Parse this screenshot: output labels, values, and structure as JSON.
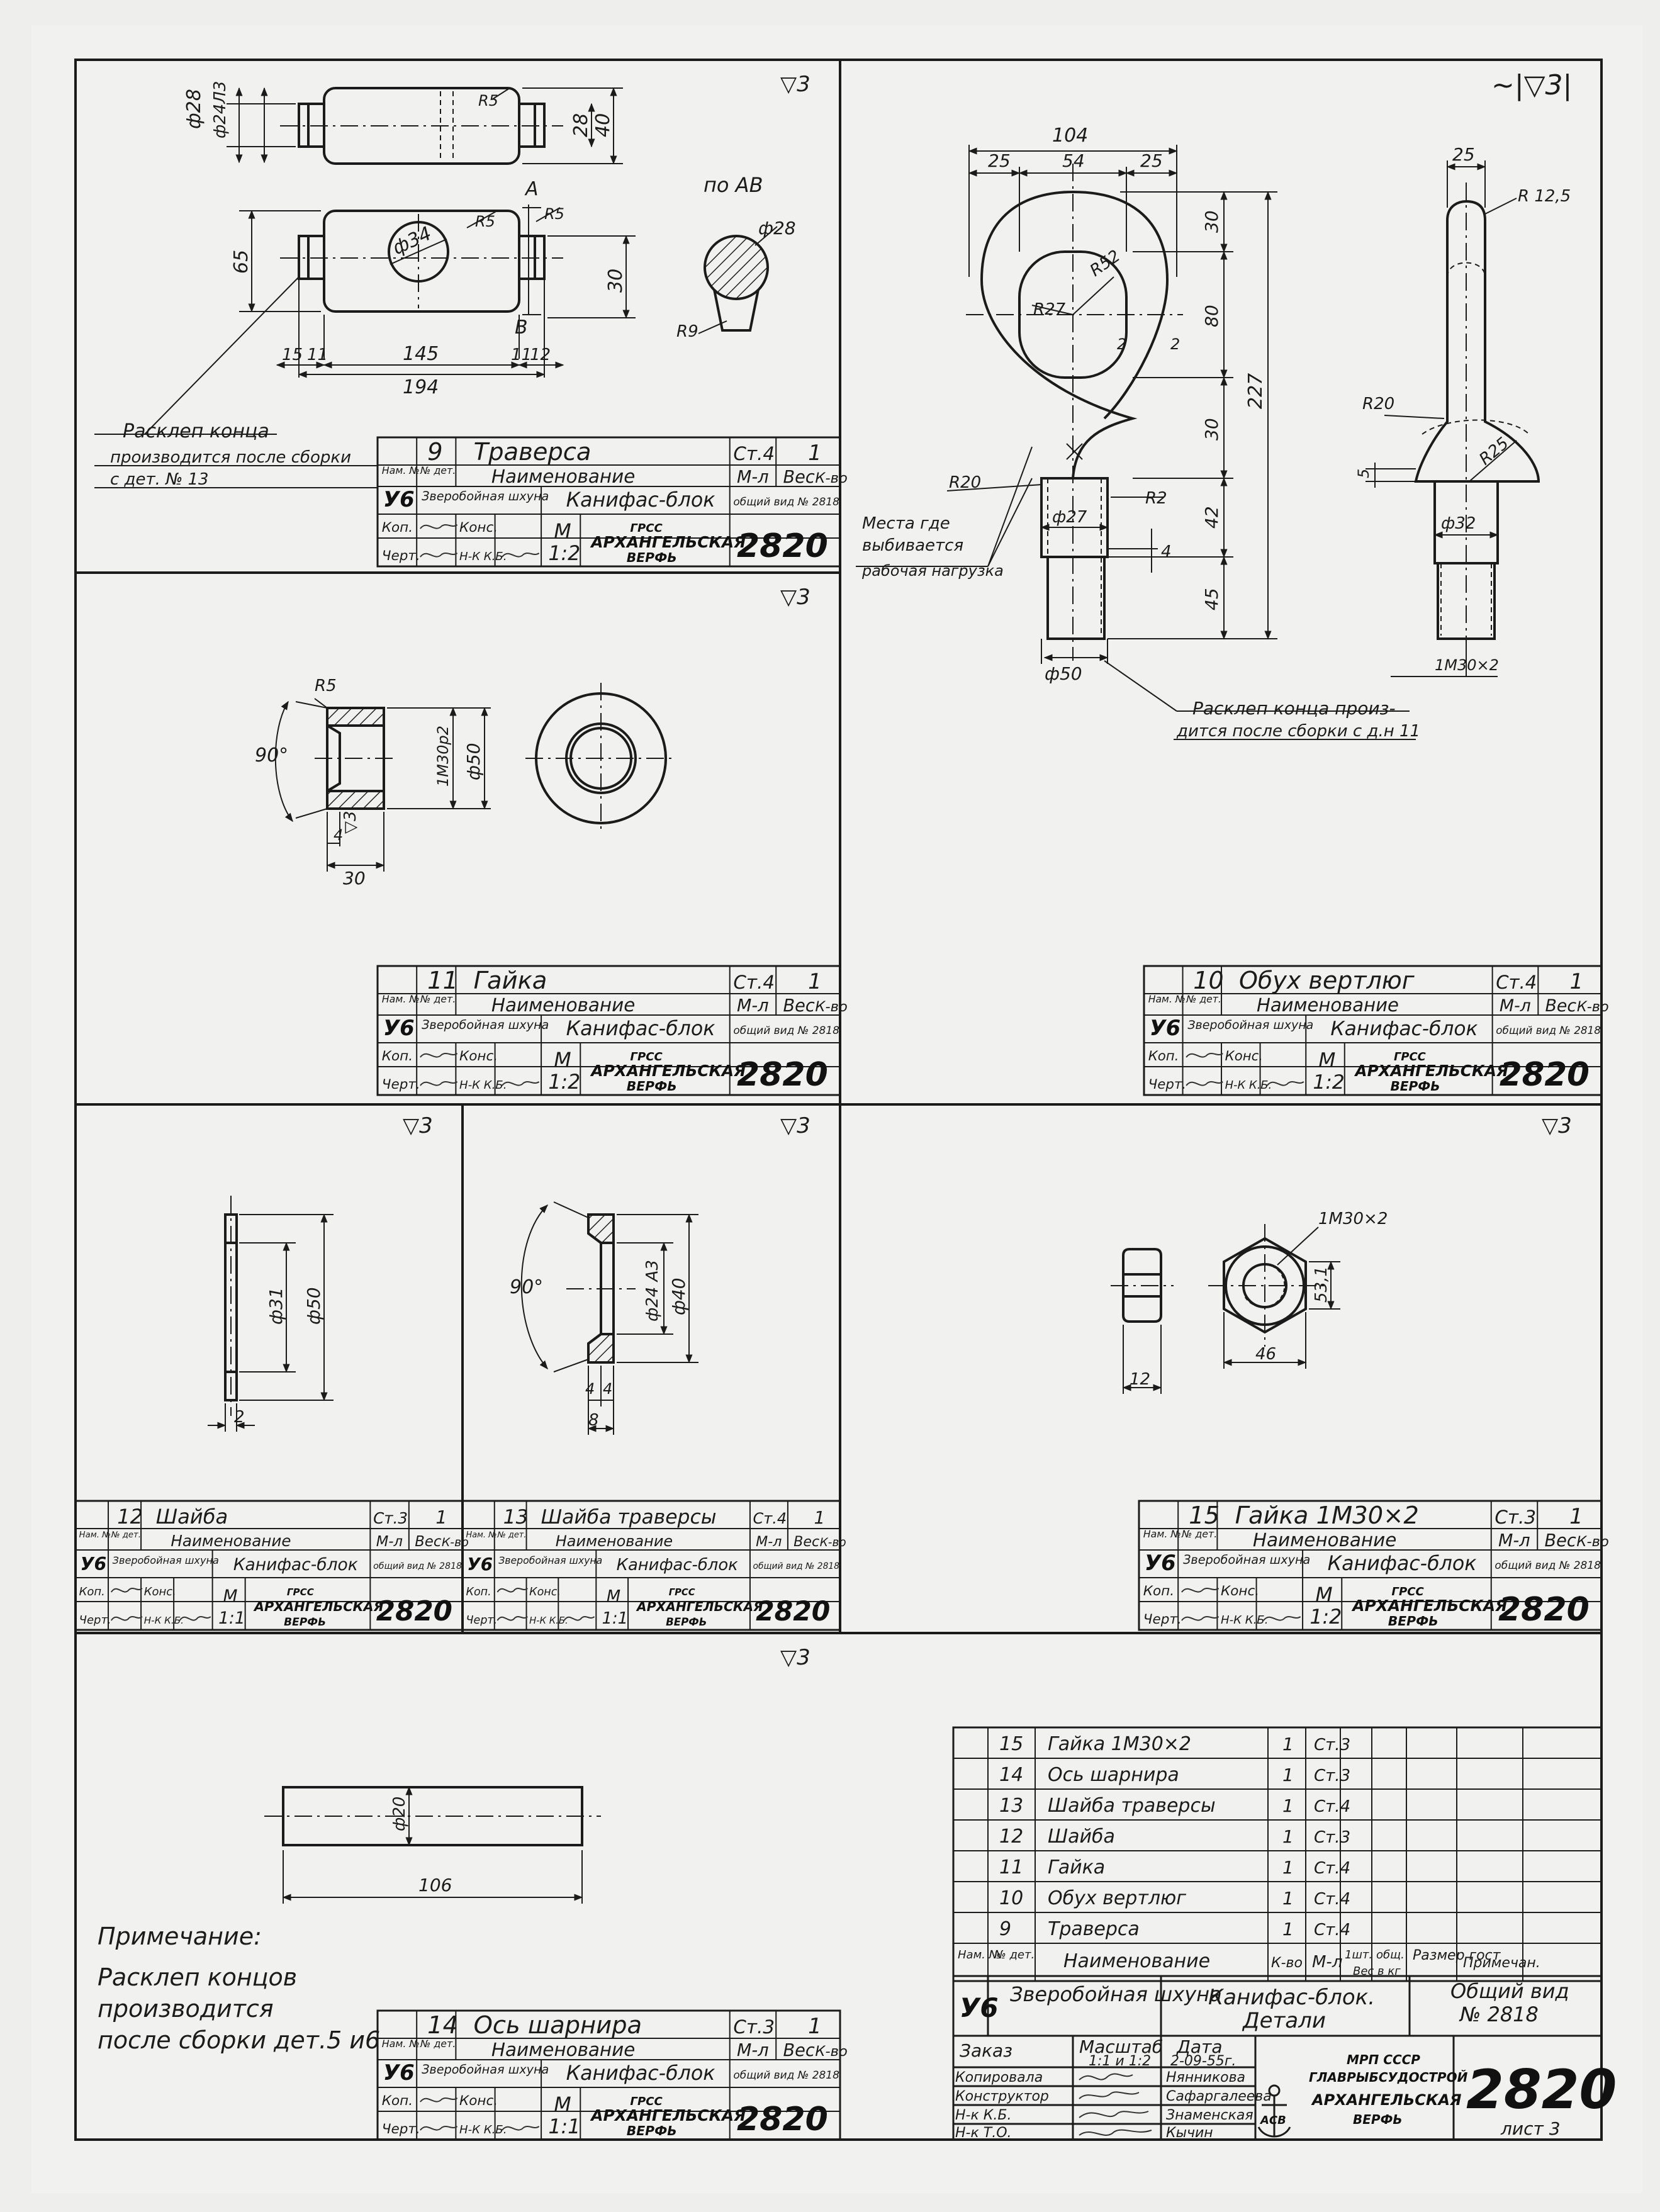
{
  "sheet": {
    "roughness_mark": "▽3",
    "roughness_mark_general": "~|▽3|",
    "number": "2820",
    "sheet_label": "лист 3"
  },
  "common": {
    "nom_hdr": "Нам. №",
    "det_hdr": "№ дет.",
    "name_hdr": "Наименование",
    "material_hdr": "М-л",
    "weight_hdr": "Вес",
    "qty_hdr": "К-во",
    "u6": "У6",
    "vessel": "Зверобойная шхуна",
    "assembly": "Канифас-блок",
    "general_view": "общий вид № 2818",
    "kop": "Коп.",
    "cher": "Черт.",
    "kons": "Конс.",
    "nk": "Н-К К.Б.",
    "m": "М",
    "org": "ГРСС АРХАНГЕЛЬСКАЯ ВЕРФЬ",
    "org_top": "ГРСС",
    "org_main": "АРХАНГЕЛЬСКАЯ",
    "org_sub": "ВЕРФЬ",
    "drawing_no": "2820"
  },
  "parts": {
    "p9": {
      "num": "9",
      "name": "Траверса",
      "material": "Ст.4",
      "qty": "1",
      "scale": "1:2"
    },
    "p10": {
      "num": "10",
      "name": "Обух вертлюг",
      "material": "Ст.4",
      "qty": "1",
      "scale": "1:2"
    },
    "p11": {
      "num": "11",
      "name": "Гайка",
      "material": "Ст.4",
      "qty": "1",
      "scale": "1:2"
    },
    "p12": {
      "num": "12",
      "name": "Шайба",
      "material": "Ст.3",
      "qty": "1",
      "scale": "1:1"
    },
    "p13": {
      "num": "13",
      "name": "Шайба траверсы",
      "material": "Ст.4",
      "qty": "1",
      "scale": "1:1"
    },
    "p14": {
      "num": "14",
      "name": "Ось шарнира",
      "material": "Ст.3",
      "qty": "1",
      "scale": "1:1"
    },
    "p15": {
      "num": "15",
      "name": "Гайка 1М30×2",
      "material": "Ст.3",
      "qty": "1",
      "scale": "1:2"
    }
  },
  "notes": {
    "n9_line1": "Расклеп конца",
    "n9_line2": "производится после сборки",
    "n9_line3": "с дет. № 13",
    "section_label": "по АВ",
    "load_line1": "Места где",
    "load_line2": "выбивается",
    "load_line3": "рабочая нагрузка",
    "rivet10_line1": "Расклеп конца произ-",
    "rivet10_line2": "дится после сборки с д.н 11",
    "final_title": "Примечание:",
    "final_line1": "Расклеп концов",
    "final_line2": "производится",
    "final_line3": "после сборки дет.5 и6"
  },
  "dims": {
    "d9": {
      "d28": "ф28",
      "d24": "ф24Л3",
      "r5a": "R5",
      "h28": "28",
      "h40": "40",
      "h65": "65",
      "d34": "ф34",
      "r5b": "R5",
      "r5c": "R5",
      "a": "А",
      "b": "В",
      "h30": "30",
      "w15": "15",
      "w11": "11",
      "w145": "145",
      "w11b": "11",
      "w12": "12",
      "w194": "194",
      "d28s": "ф28",
      "r9": "R9"
    },
    "d10": {
      "w104": "104",
      "w25a": "25",
      "w54": "54",
      "w25b": "25",
      "h30a": "30",
      "h80": "80",
      "h227": "227",
      "h30b": "30",
      "h42": "42",
      "h45": "45",
      "r52": "R52",
      "r27": "R27",
      "r20": "R20",
      "r2": "R2",
      "d27": "ф27",
      "d50": "ф50",
      "h4": "4",
      "c2a": "2",
      "c2b": "2",
      "w25s": "25",
      "r125": "R 12,5",
      "r20s": "R20",
      "r25": "R25",
      "h5": "5",
      "d32": "ф32",
      "m30": "1М30×2"
    },
    "d11": {
      "r5": "R5",
      "a90": "90°",
      "m30": "1М30р2",
      "d50": "ф50",
      "w4": "4",
      "w30": "30",
      "rough": "▽3"
    },
    "d12": {
      "d31": "ф31",
      "d50": "ф50",
      "w2": "2"
    },
    "d13": {
      "a90": "90°",
      "d24": "ф24 А3",
      "d40": "ф40",
      "w4a": "4",
      "w4b": "4",
      "w8": "8"
    },
    "d14": {
      "d20": "ф20",
      "w106": "106"
    },
    "d15": {
      "m30": "1М30×2",
      "h53": "53,1",
      "w46": "46",
      "w12": "12"
    }
  },
  "bom": {
    "rows": [
      {
        "num": "15",
        "name": "Гайка 1М30×2",
        "qty": "1",
        "material": "Ст.3"
      },
      {
        "num": "14",
        "name": "Ось шарнира",
        "qty": "1",
        "material": "Ст.3"
      },
      {
        "num": "13",
        "name": "Шайба траверсы",
        "qty": "1",
        "material": "Ст.4"
      },
      {
        "num": "12",
        "name": "Шайба",
        "qty": "1",
        "material": "Ст.3"
      },
      {
        "num": "11",
        "name": "Гайка",
        "qty": "1",
        "material": "Ст.4"
      },
      {
        "num": "10",
        "name": "Обух вертлюг",
        "qty": "1",
        "material": "Ст.4"
      },
      {
        "num": "9",
        "name": "Траверса",
        "qty": "1",
        "material": "Ст.4"
      }
    ],
    "hdr_nom": "Нам. №",
    "hdr_det": "№ дет.",
    "hdr_name": "Наименование",
    "hdr_qty": "К-во",
    "hdr_mat": "М-л",
    "hdr_w1": "1шт.",
    "hdr_w2": "общ.",
    "hdr_wkg": "Вес в кг",
    "hdr_size": "Размер гост",
    "hdr_note": "Примечан."
  },
  "title_block": {
    "u6": "У6",
    "vessel": "Зверобойная шхуна",
    "name": "Канифас-блок. Детали",
    "name1": "Канифас-блок.",
    "name2": "Детали",
    "gv1": "Общий вид",
    "gv2": "№ 2818",
    "order": "Заказ",
    "scale_lbl": "Масштаб",
    "scale_val": "1:1 и 1:2",
    "date_lbl": "Дата",
    "date_val": "2-09-55г.",
    "copied": "Копировала",
    "designer": "Конструктор",
    "nk_kb": "Н-к К.Б.",
    "nk_to": "Н-к Т.О.",
    "s1": "Нянникова",
    "s2": "Сафаргалеева",
    "s3": "Знаменская",
    "s4": "Кычин",
    "min": "МРП СССР",
    "glav": "ГЛАВРЫБСУДОСТРОЙ",
    "yard1": "АРХАНГЕЛЬСКАЯ",
    "yard2": "ВЕРФЬ",
    "logo_text": "АСВ",
    "sheet_no": "2820",
    "sheet_label": "лист 3"
  }
}
